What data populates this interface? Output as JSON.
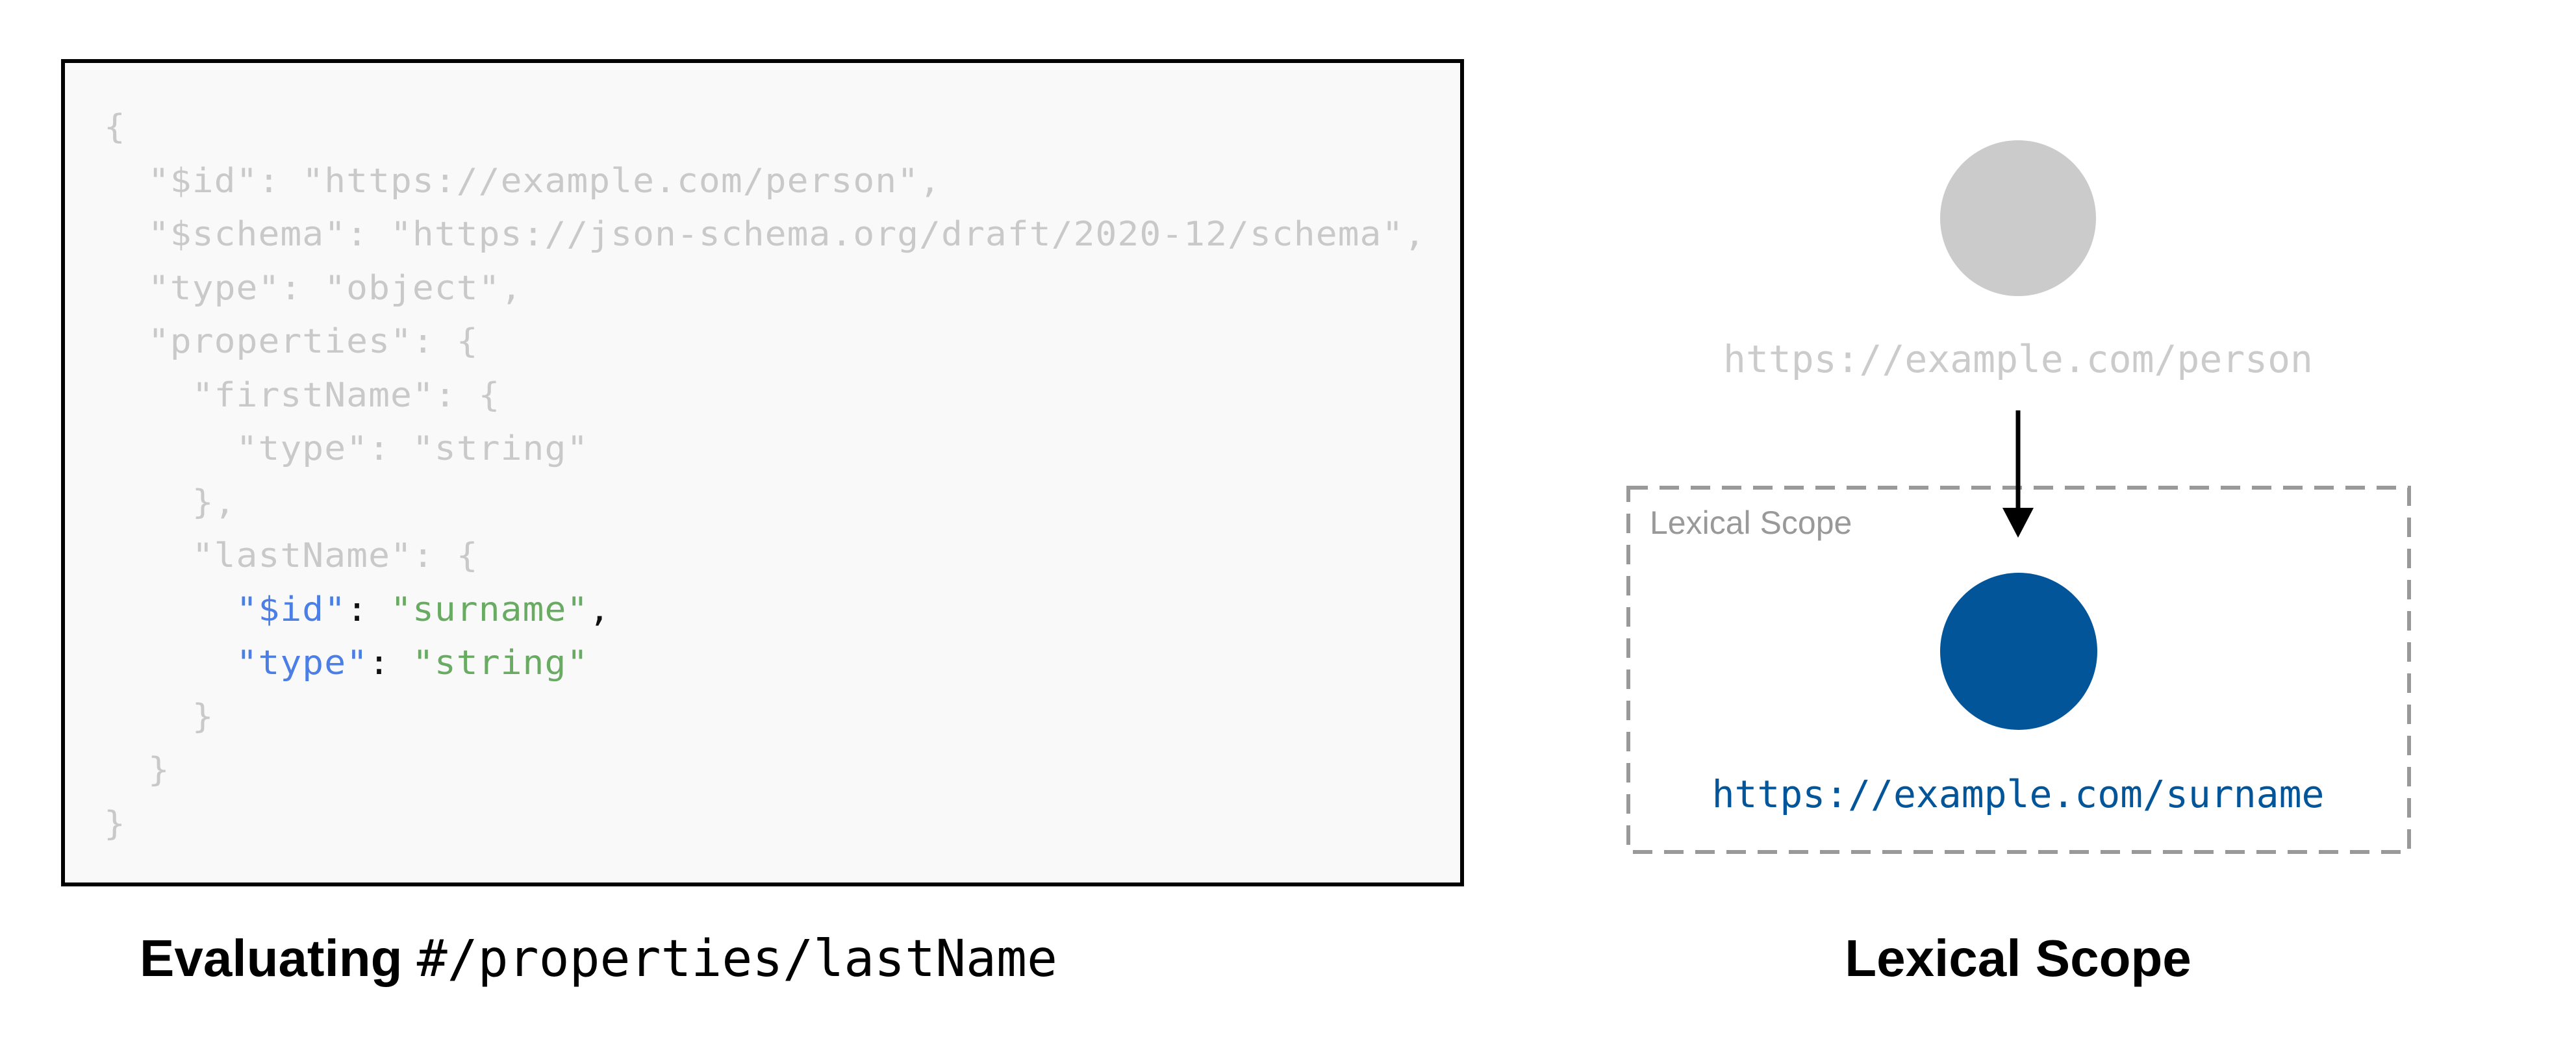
{
  "code": {
    "lines": [
      [
        {
          "t": "{",
          "c": "dim"
        }
      ],
      [
        {
          "t": "  \"$id\": \"https://example.com/person\",",
          "c": "dim"
        }
      ],
      [
        {
          "t": "  \"$schema\": \"https://json-schema.org/draft/2020-12/schema\",",
          "c": "dim"
        }
      ],
      [
        {
          "t": "  \"type\": \"object\",",
          "c": "dim"
        }
      ],
      [
        {
          "t": "  \"properties\": {",
          "c": "dim"
        }
      ],
      [
        {
          "t": "    \"firstName\": {",
          "c": "dim"
        }
      ],
      [
        {
          "t": "      \"type\": \"string\"",
          "c": "dim"
        }
      ],
      [
        {
          "t": "    },",
          "c": "dim"
        }
      ],
      [
        {
          "t": "    \"lastName\": {",
          "c": "dim"
        }
      ],
      [
        {
          "t": "      ",
          "c": "dim"
        },
        {
          "t": "\"$id\"",
          "c": "key"
        },
        {
          "t": ": ",
          "c": "punct"
        },
        {
          "t": "\"surname\"",
          "c": "str"
        },
        {
          "t": ",",
          "c": "punct"
        }
      ],
      [
        {
          "t": "      ",
          "c": "dim"
        },
        {
          "t": "\"type\"",
          "c": "key"
        },
        {
          "t": ": ",
          "c": "punct"
        },
        {
          "t": "\"string\"",
          "c": "str"
        }
      ],
      [
        {
          "t": "    }",
          "c": "dim"
        }
      ],
      [
        {
          "t": "  }",
          "c": "dim"
        }
      ],
      [
        {
          "t": "}",
          "c": "dim"
        }
      ]
    ]
  },
  "left_caption": {
    "bold": "Evaluating",
    "pointer": "#/properties/lastName"
  },
  "diagram": {
    "parent_uri": "https://example.com/person",
    "scope_label": "Lexical Scope",
    "child_uri": "https://example.com/surname",
    "colors": {
      "parent": "#cbcbcb",
      "child": "#03559a",
      "scope_border": "#999999",
      "arrow": "#000000"
    }
  },
  "right_caption": "Lexical Scope"
}
